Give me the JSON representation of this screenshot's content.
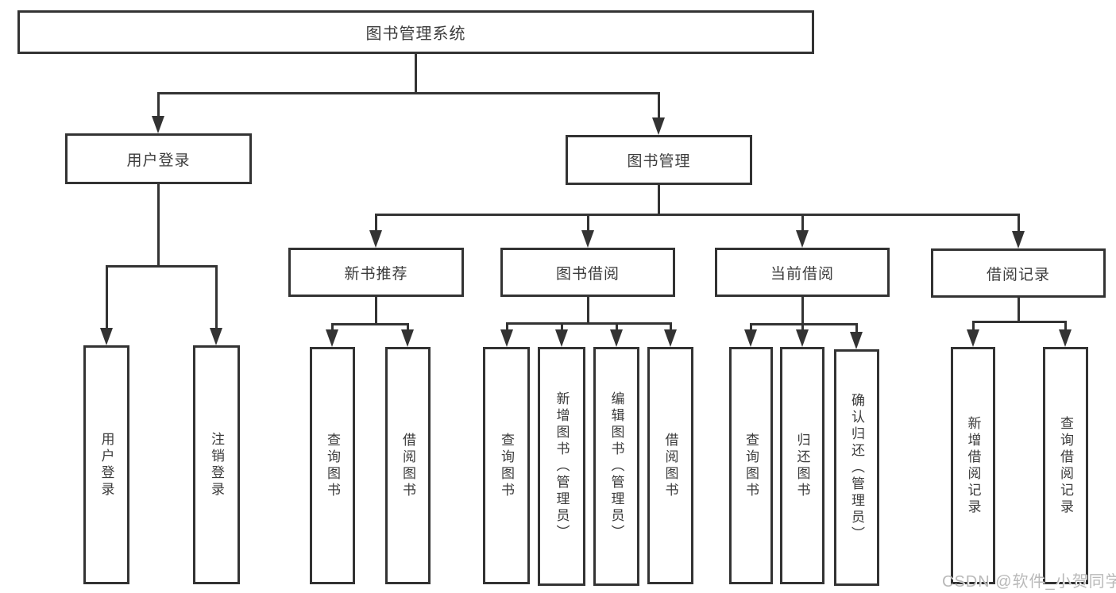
{
  "diagram_type": "hierarchy-tree",
  "colors": {
    "line": "#333333",
    "box_border": "#333333",
    "text": "#3c3c3c",
    "background": "#ffffff",
    "watermark": "#b9b9b9"
  },
  "tree": {
    "root": "图书管理系统",
    "children": [
      {
        "label": "用户登录",
        "children": [
          "用户登录",
          "注销登录"
        ]
      },
      {
        "label": "图书管理",
        "children": [
          {
            "label": "新书推荐",
            "children": [
              "查询图书",
              "借阅图书"
            ]
          },
          {
            "label": "图书借阅",
            "children": [
              "查询图书",
              "新增图书（管理员）",
              "编辑图书（管理员）",
              "借阅图书"
            ]
          },
          {
            "label": "当前借阅",
            "children": [
              "查询图书",
              "归还图书",
              "确认归还（管理员）"
            ]
          },
          {
            "label": "借阅记录",
            "children": [
              "新增借阅记录",
              "查询借阅记录"
            ]
          }
        ]
      }
    ]
  },
  "watermark": {
    "text": "CSDN @软件_小贺同学"
  }
}
